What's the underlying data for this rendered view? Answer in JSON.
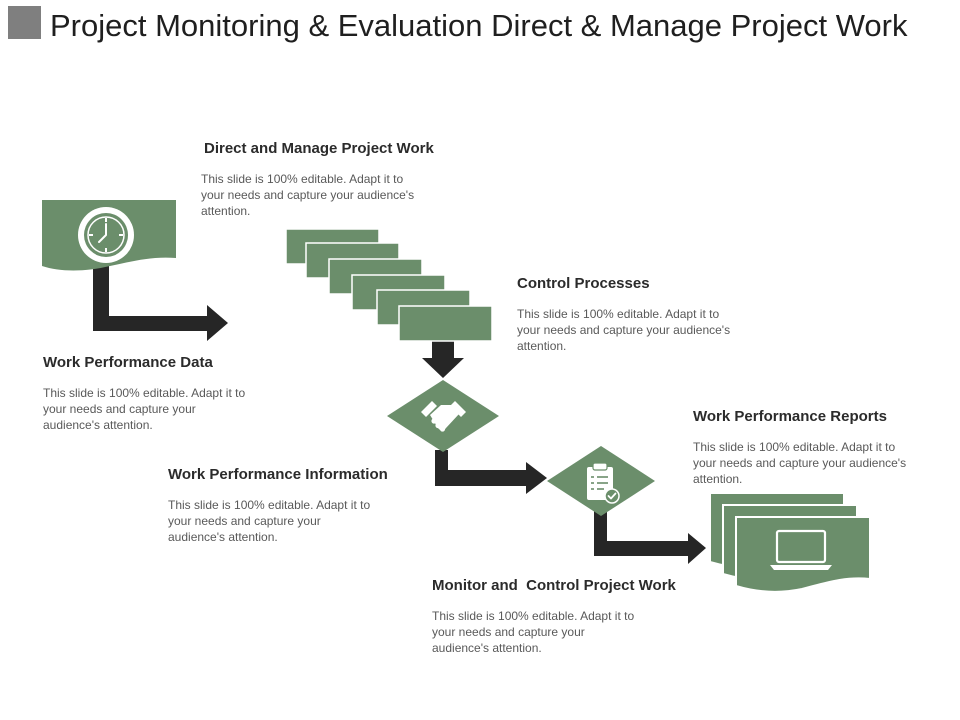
{
  "header": {
    "title": "Project Monitoring & Evaluation Direct & Manage Project Work"
  },
  "theme": {
    "accent": "#6b8e6b",
    "arrow": "#262626",
    "text_dark": "#2b2b2b",
    "text_body": "#595959"
  },
  "blocks": {
    "direct": {
      "title": "Direct and Manage Project Work",
      "body": "This slide is 100% editable. Adapt it to your needs and capture your audience's attention."
    },
    "control": {
      "title": "Control Processes",
      "body": "This slide is 100% editable. Adapt it to your needs and capture your audience's attention."
    },
    "wpd": {
      "title": "Work Performance Data",
      "body": "This slide is 100% editable. Adapt it to your needs and capture your audience's attention."
    },
    "reports": {
      "title": "Work Performance Reports",
      "body": "This slide is 100% editable. Adapt it to your needs and capture your audience's attention."
    },
    "wpi": {
      "title": "Work Performance Information",
      "body": "This slide is 100% editable. Adapt it to your needs and capture your audience's attention."
    },
    "monitor": {
      "title": "Monitor and  Control Project Work",
      "body": "This slide is 100% editable. Adapt it to your needs and capture your audience's attention."
    }
  },
  "icons": {
    "clock": "clock-icon",
    "handshake": "handshake-icon",
    "clipboard": "clipboard-check-icon",
    "laptop": "laptop-icon"
  }
}
